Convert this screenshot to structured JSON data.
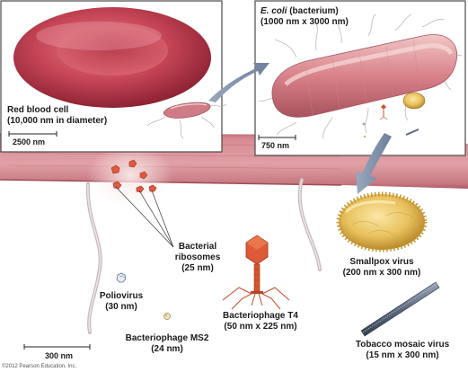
{
  "labels": {
    "rbc_name": "Red blood cell",
    "rbc_size": "(10,000 nm in diameter)",
    "ecoli_name": "E. coli",
    "ecoli_kind": " (bacterium)",
    "ecoli_size": "(1000 nm x 3000 nm)",
    "ribosomes_line1": "Bacterial",
    "ribosomes_line2": "ribosomes",
    "ribosomes_size": "(25 nm)",
    "smallpox_name": "Smallpox virus",
    "smallpox_size": "(200 nm x 300 nm)",
    "polio_name": "Poliovirus",
    "polio_size": "(30 nm)",
    "t4_name": "Bacteriophage T4",
    "t4_size": "(50 nm x 225 nm)",
    "ms2_name": "Bacteriophage MS2",
    "ms2_size": "(24 nm)",
    "tmv_name": "Tobacco mosaic virus",
    "tmv_size": "(15 nm x 300 nm)"
  },
  "scale_bars": {
    "rbc_panel": "2500 nm",
    "ecoli_panel": "750 nm",
    "main": "300 nm"
  },
  "copyright": "©2012 Pearson Education, Inc."
}
